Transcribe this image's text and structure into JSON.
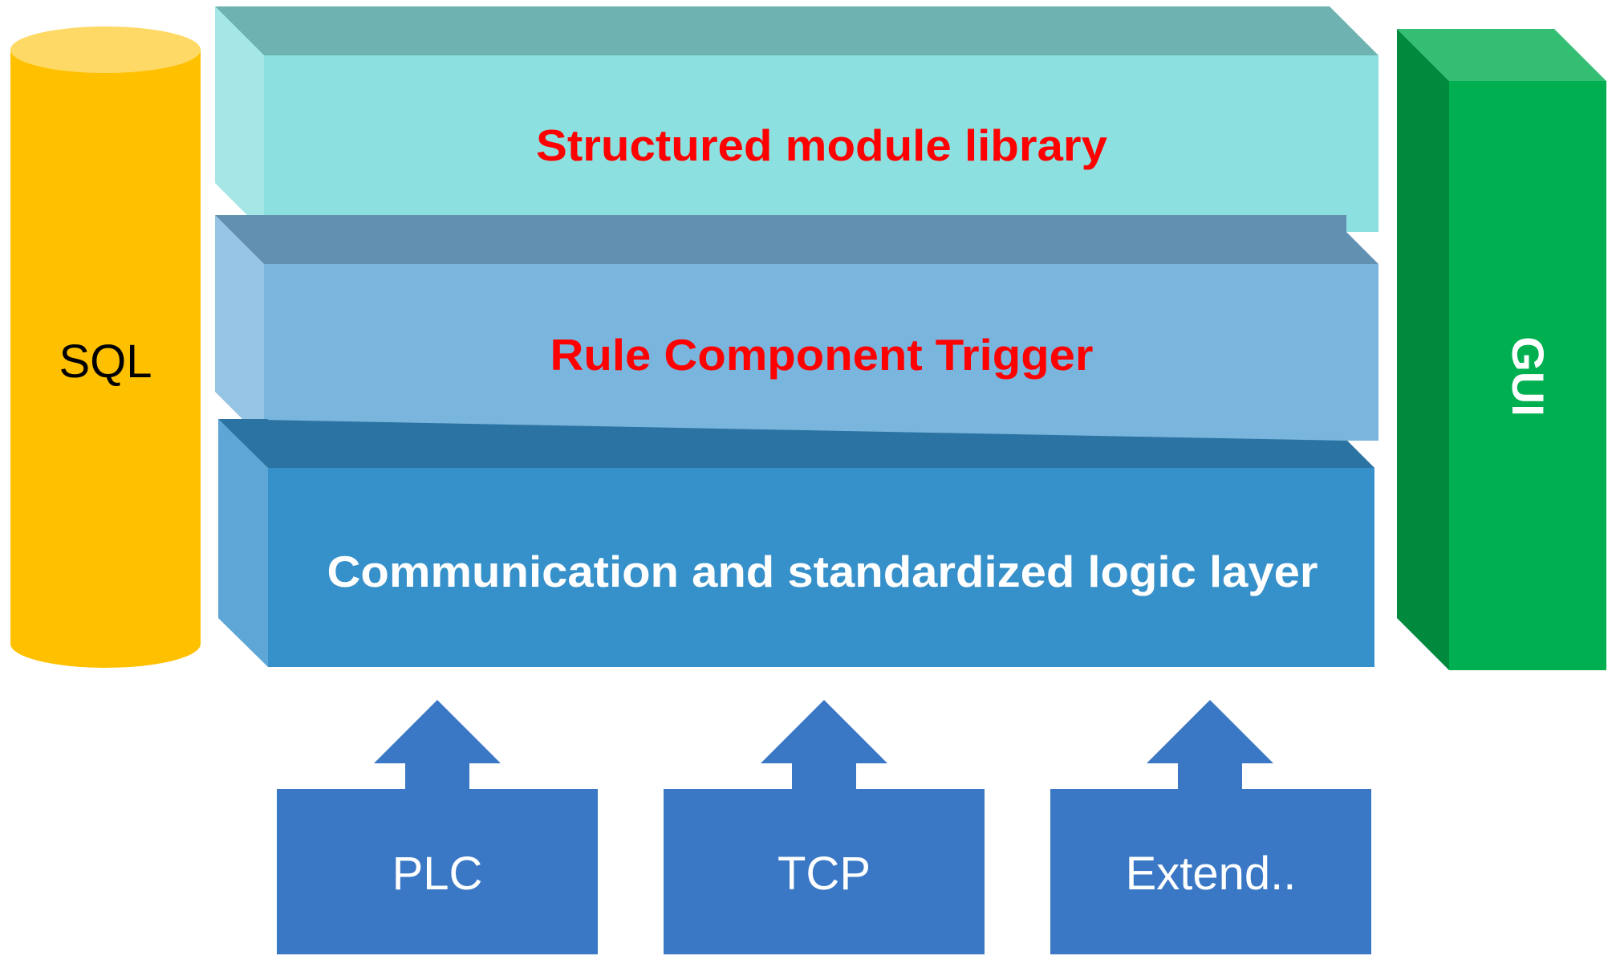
{
  "diagram": {
    "database": {
      "label": "SQL",
      "text_color": "#000000",
      "colors": {
        "body": "#FFC000",
        "top": "#FFD966"
      }
    },
    "gui": {
      "label": "GUI",
      "text_color": "#FFFFFF",
      "colors": {
        "front": "#00B050",
        "top": "#33BE73",
        "side": "#008A3E"
      }
    },
    "layers": [
      {
        "label": "Structured module library",
        "text_color": "#FF0000",
        "colors": {
          "front": "#8CE1E0",
          "top": "#6EB3B2",
          "side": "#A4E7E6"
        }
      },
      {
        "label": "Rule Component Trigger",
        "text_color": "#FF0000",
        "colors": {
          "front": "#7AB5DD",
          "top": "#6290B1",
          "side": "#96C4E4"
        }
      },
      {
        "label": "Communication and standardized logic layer",
        "text_color": "#FFFFFF",
        "colors": {
          "front": "#3690CA",
          "top": "#2B73A2",
          "side": "#5EA6D5"
        }
      }
    ],
    "inputs": [
      {
        "label": "PLC"
      },
      {
        "label": "TCP"
      },
      {
        "label": "Extend.."
      }
    ],
    "input_color": "#3A78C5",
    "input_text_color": "#FFFFFF"
  }
}
